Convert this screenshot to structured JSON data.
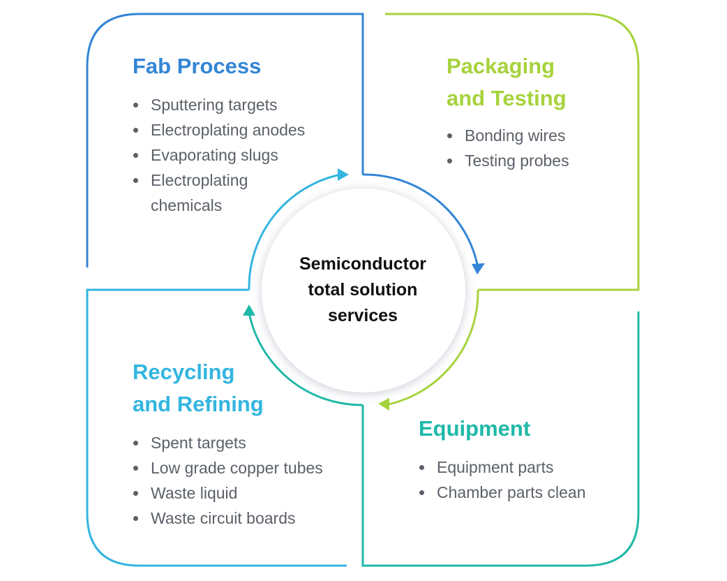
{
  "center": {
    "lines": [
      "Semiconductor",
      "total solution",
      "services"
    ]
  },
  "quadrants": {
    "fab": {
      "title": "Fab Process",
      "items": [
        "Sputtering targets",
        "Electroplating anodes",
        "Evaporating slugs",
        "Electroplating",
        "chemicals"
      ]
    },
    "packaging": {
      "title_lines": [
        "Packaging",
        "and Testing"
      ],
      "items": [
        "Bonding wires",
        "Testing probes"
      ]
    },
    "recycling": {
      "title_lines": [
        "Recycling",
        "and Refining"
      ],
      "items": [
        "Spent targets",
        "Low grade copper tubes",
        "Waste liquid",
        "Waste circuit boards"
      ]
    },
    "equipment": {
      "title": "Equipment",
      "items": [
        "Equipment parts",
        "Chamber parts clean"
      ]
    }
  },
  "colors": {
    "fab": "#3385d6",
    "packaging": "#a6d33c",
    "recycling": "#33b5e0",
    "equipment": "#1fb8a8"
  }
}
